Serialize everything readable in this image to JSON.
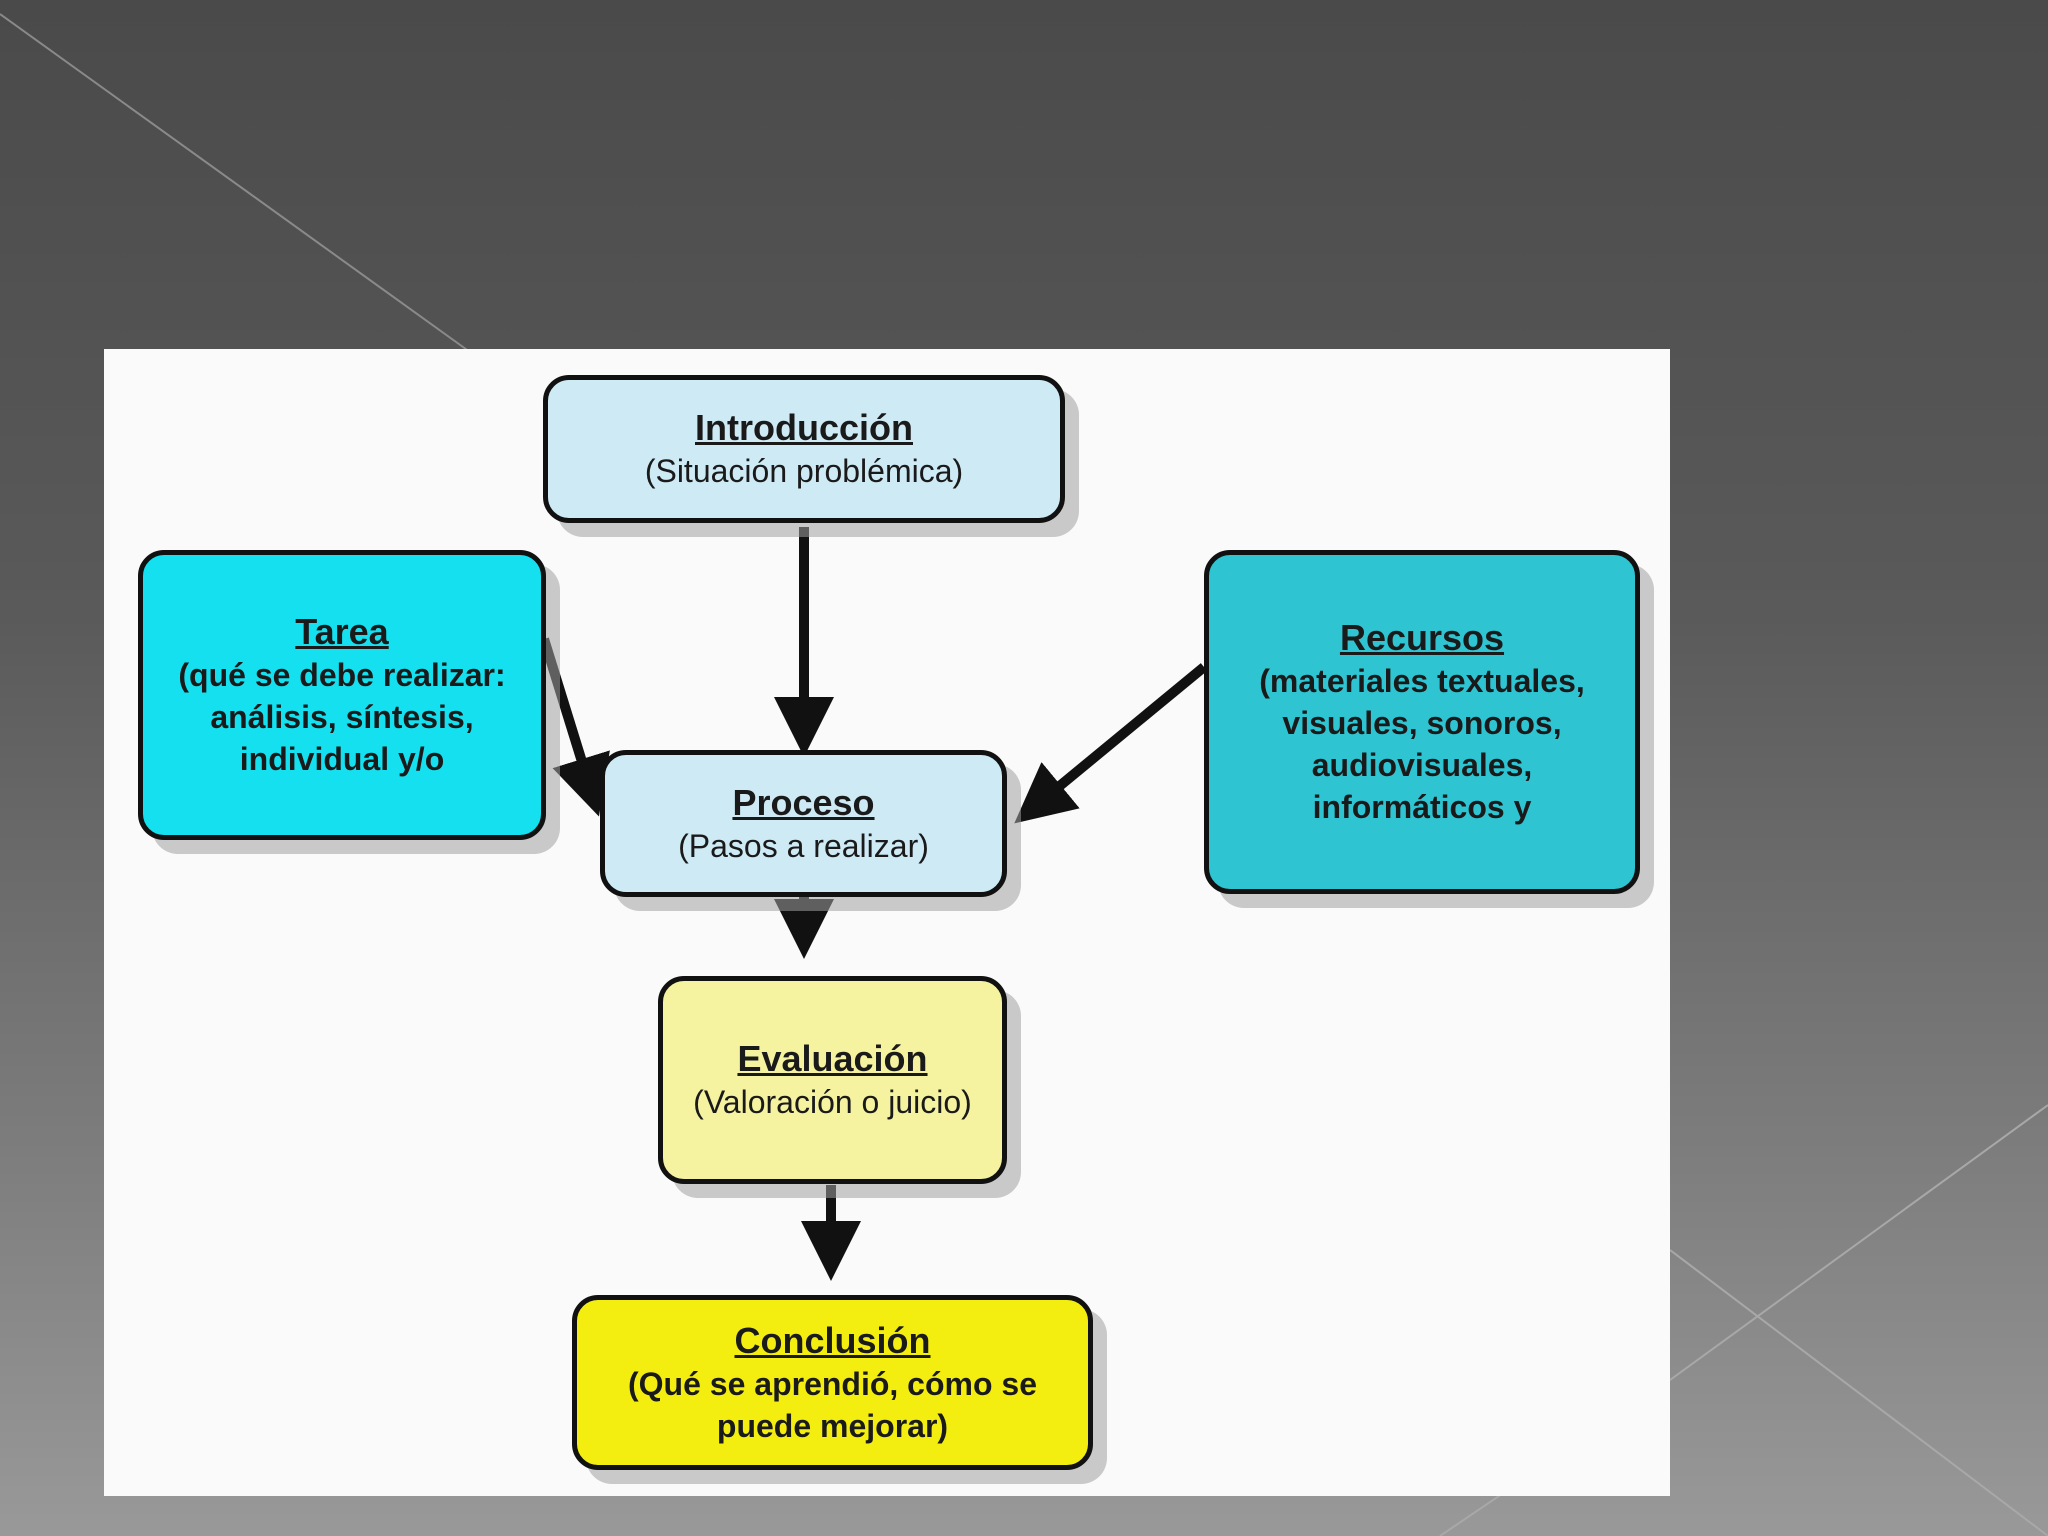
{
  "nodes": {
    "intro": {
      "title": "Introducción",
      "desc": "(Situación problémica)",
      "color": "#cdeaf5"
    },
    "tarea": {
      "title": "Tarea",
      "desc": "(qué se debe realizar: análisis, síntesis, individual y/o",
      "color": "#14e0ef"
    },
    "recursos": {
      "title": "Recursos",
      "desc": "(materiales textuales, visuales, sonoros, audiovisuales, informáticos y",
      "color": "#2ec4d2"
    },
    "proceso": {
      "title": "Proceso",
      "desc": "(Pasos a realizar)",
      "color": "#cdeaf5"
    },
    "evaluacion": {
      "title": "Evaluación",
      "desc": "(Valoración o juicio)",
      "color": "#f5f2a0"
    },
    "conclusion": {
      "title": "Conclusión",
      "desc": "(Qué se aprendió, cómo se puede mejorar)",
      "color": "#f4ee10"
    }
  },
  "edges": [
    {
      "from": "intro",
      "to": "proceso"
    },
    {
      "from": "tarea",
      "to": "proceso"
    },
    {
      "from": "recursos",
      "to": "proceso"
    },
    {
      "from": "proceso",
      "to": "evaluacion"
    },
    {
      "from": "evaluacion",
      "to": "conclusion"
    }
  ]
}
